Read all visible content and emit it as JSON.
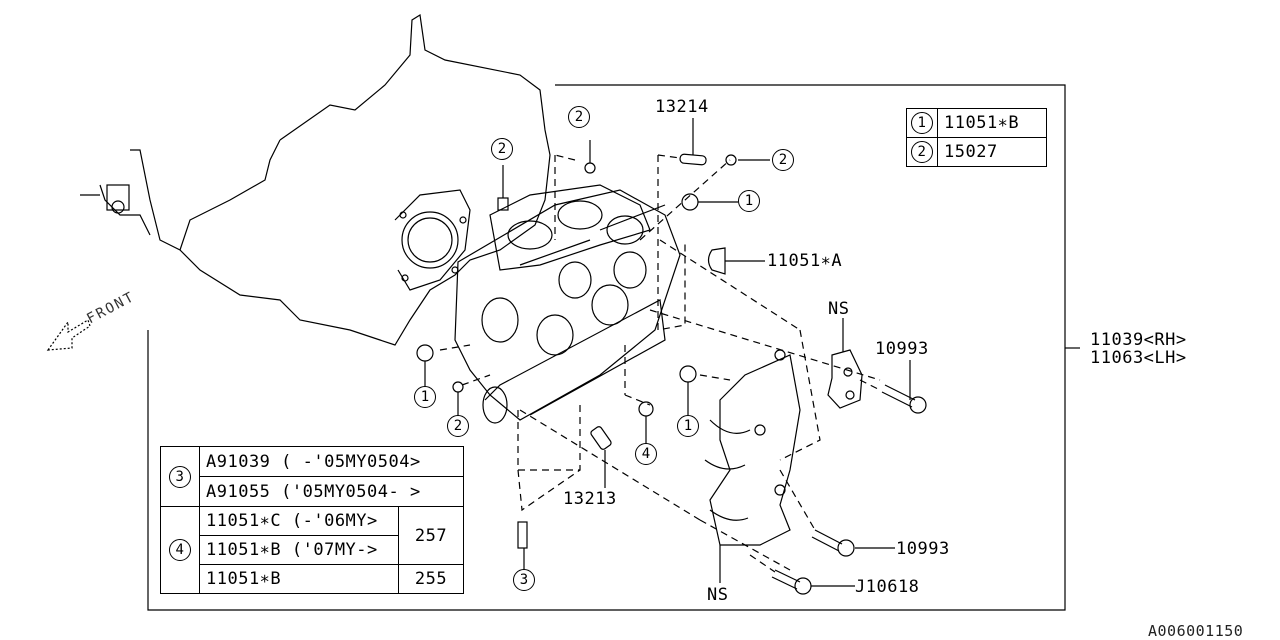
{
  "diagram": {
    "title": "Cylinder Head Assembly",
    "image_code": "A006001150",
    "front_indicator": "FRONT",
    "assembly_label": {
      "rh": "11039<RH>",
      "lh": "11063<LH>"
    },
    "callouts": [
      {
        "id": "13214",
        "label": "13214"
      },
      {
        "id": "11051A",
        "label": "11051∗A"
      },
      {
        "id": "ns-top",
        "label": "NS"
      },
      {
        "id": "10993-top",
        "label": "10993"
      },
      {
        "id": "13213",
        "label": "13213"
      },
      {
        "id": "10993-bottom",
        "label": "10993"
      },
      {
        "id": "J10618",
        "label": "J10618"
      },
      {
        "id": "ns-bottom",
        "label": "NS"
      }
    ],
    "ref_markers": [
      {
        "id": "m2a",
        "num": "2"
      },
      {
        "id": "m2b",
        "num": "2"
      },
      {
        "id": "m2c",
        "num": "2"
      },
      {
        "id": "m1a",
        "num": "1"
      },
      {
        "id": "m1b",
        "num": "1"
      },
      {
        "id": "m1c",
        "num": "1"
      },
      {
        "id": "m2d",
        "num": "2"
      },
      {
        "id": "m4",
        "num": "4"
      },
      {
        "id": "m3",
        "num": "3"
      }
    ]
  },
  "legend_top": {
    "rows": [
      {
        "num": "1",
        "part": "11051∗B"
      },
      {
        "num": "2",
        "part": "15027"
      }
    ]
  },
  "legend_bottom": {
    "group3": {
      "num": "3",
      "rows": [
        {
          "part": "A91039 ( -'05MY0504>"
        },
        {
          "part": "A91055 ('05MY0504- >"
        }
      ]
    },
    "group4": {
      "num": "4",
      "rows": [
        {
          "part": "11051∗C (-'06MY>",
          "qty": "257"
        },
        {
          "part": "11051∗B ('07MY->",
          "qty": "257"
        },
        {
          "part": "11051∗B",
          "qty": "255"
        }
      ]
    }
  }
}
